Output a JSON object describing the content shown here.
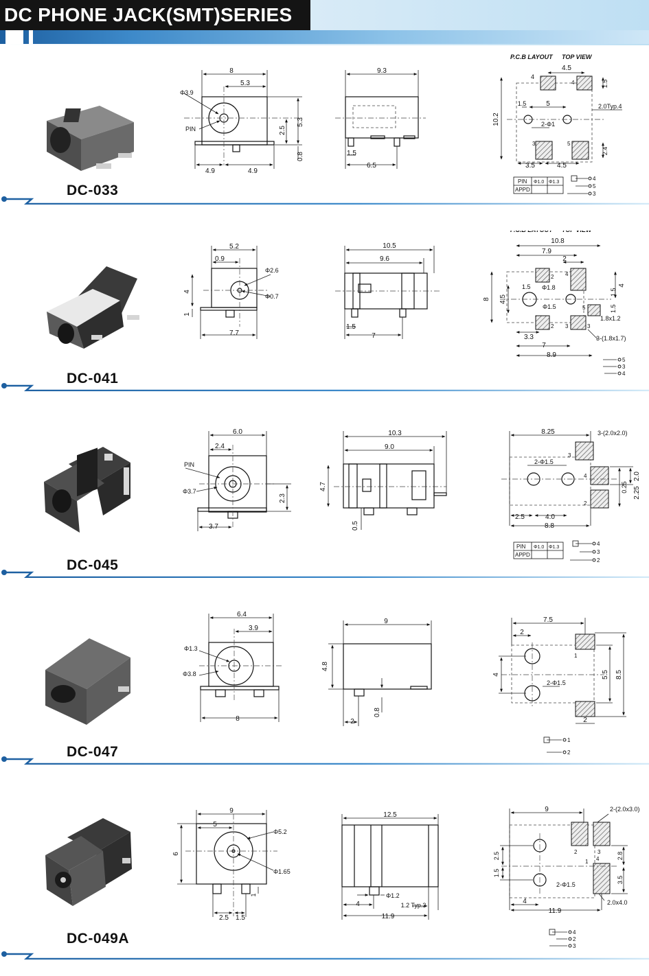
{
  "header": {
    "title": "DC PHONE JACK(SMT)SERIES"
  },
  "colors": {
    "accent_blue": "#1d5fa0",
    "title_bg": "#141414",
    "jack_body": "#5e5e5e"
  },
  "pcb": {
    "layout_label": "P.C.B LAYOUT",
    "top_view_label": "TOP VIEW"
  },
  "sections": [
    {
      "model": "DC-033",
      "front": {
        "w": "8",
        "w2": "5.3",
        "phi": "Φ3.9",
        "pin": "PIN",
        "h1": "2.5",
        "h2": "5.3",
        "h3": "0.8",
        "b1": "4.9",
        "b2": "4.9"
      },
      "side": {
        "w": "9.3",
        "b1": "1.5",
        "b2": "6.5"
      },
      "pcbv": {
        "d1": "4",
        "d2": "4.5",
        "d3": "1.5",
        "d4": "10.2",
        "d5": "1.5",
        "d6": "5",
        "d7": "2.0Typ.4",
        "d8": "2-Φ1",
        "d9": "2.4",
        "d10": "3.5",
        "d11": "4.5",
        "p1": "4",
        "p2": "4",
        "p3": "3",
        "p4": "5",
        "t_pin": "PIN",
        "t_10": "Φ1.0",
        "t_13": "Φ1.3",
        "t_appd": "APPD",
        "s1": "4",
        "s2": "5",
        "s3": "3"
      }
    },
    {
      "model": "DC-041",
      "front": {
        "w": "5.2",
        "w2": "0.9",
        "phi": "Φ2.6",
        "phi2": "Φ0.7",
        "h1": "4",
        "h2": "1",
        "b1": "7.7"
      },
      "side": {
        "w": "10.5",
        "w2": "9.6",
        "b1": "1.5",
        "b2": "7"
      },
      "pcbv": {
        "d1": "10.8",
        "d2": "7.9",
        "d3": "2",
        "d4": "4",
        "d5": "8",
        "d6": "4.5",
        "d7": "Φ1.8",
        "d8": "1.5",
        "d9": "Φ1.5",
        "d10": "1.5",
        "d11": "1.5",
        "d12": "1.8x1.2",
        "d13": "3-(1.8x1.7)",
        "d14": "3.3",
        "d15": "7",
        "d16": "8.9",
        "p1": "2",
        "p2": "4",
        "p3": "3",
        "p4": "5",
        "p5": "2",
        "p6": "3",
        "s1": "5",
        "s2": "3",
        "s3": "4"
      }
    },
    {
      "model": "DC-045",
      "front": {
        "w": "6.0",
        "w2": "2.4",
        "pin": "PIN",
        "phi": "Φ3.7",
        "h1": "2.3",
        "b1": "3.7"
      },
      "side": {
        "w": "10.3",
        "w2": "9.0",
        "h1": "4.7",
        "h2": "0.5"
      },
      "pcbv": {
        "d1": "8.25",
        "d2": "3-(2.0x2.0)",
        "d3": "2-Φ1.5",
        "d4": "2.0",
        "d5": "0.25",
        "d6": "2.25",
        "d7": "2.5",
        "d8": "4.0",
        "d9": "8.8",
        "p1": "3",
        "p2": "4",
        "p3": "2",
        "t_pin": "PIN",
        "t_10": "Φ1.0",
        "t_13": "Φ1.3",
        "t_appd": "APPD",
        "s1": "4",
        "s2": "3",
        "s3": "2"
      }
    },
    {
      "model": "DC-047",
      "front": {
        "w": "6.4",
        "w2": "3.9",
        "phi": "Φ1.3",
        "phi2": "Φ3.8",
        "b1": "8"
      },
      "side": {
        "w": "9",
        "h1": "4.8",
        "h2": "0.8",
        "b1": "2"
      },
      "pcbv": {
        "d1": "7.5",
        "d2": "2",
        "d3": "4",
        "d4": "2-Φ1.5",
        "d5": "5.5",
        "d6": "8.5",
        "d7": "2",
        "p1": "1",
        "p2": "2",
        "s1": "1",
        "s2": "2"
      }
    },
    {
      "model": "DC-049A",
      "front": {
        "w": "9",
        "w2": "5",
        "phi": "Φ5.2",
        "phi2": "Φ1.65",
        "h1": "6",
        "h2": "1",
        "b1": "2.5",
        "b2": "1.5"
      },
      "side": {
        "w": "12.5",
        "phi": "Φ1.2",
        "b1": "4",
        "b2": "1.2 Typ.3",
        "b3": "11.9"
      },
      "pcbv": {
        "d1": "9",
        "d2": "2-(2.0x3.0)",
        "d3": "2.5",
        "d4": "1.5",
        "d5": "2-Φ1.5",
        "d6": "2.8",
        "d7": "3.5",
        "d8": "2.0x4.0",
        "d9": "4",
        "d10": "11.9",
        "p1": "2",
        "p2": "3",
        "p3": "1",
        "p4": "4",
        "s1": "4",
        "s2": "2",
        "s3": "3"
      }
    }
  ]
}
